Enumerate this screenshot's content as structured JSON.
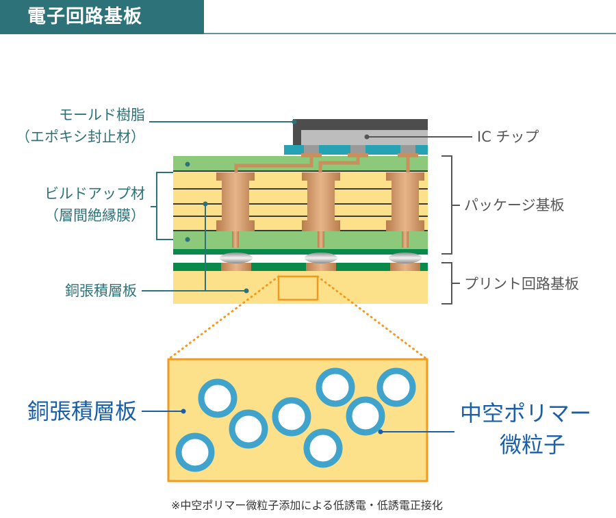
{
  "header": {
    "title": "電子回路基板"
  },
  "labels": {
    "mold_resin_line1": "モールド樹脂",
    "mold_resin_line2": "（エポキシ封止材）",
    "buildup_line1": "ビルドアップ材",
    "buildup_line2": "（層間絶縁膜）",
    "ccl": "銅張積層板",
    "ic_chip": "IC チップ",
    "package_substrate": "パッケージ基板",
    "pcb": "プリント回路基板",
    "ccl_large": "銅張積層板",
    "hollow_polymer_line1": "中空ポリマー",
    "hollow_polymer_line2": "微粒子"
  },
  "note": "※中空ポリマー微粒子添加による低誘電・低誘電正接化",
  "colors": {
    "header": "#2d7278",
    "label_teal": "#2d7278",
    "label_blue": "#1b5ea8",
    "copper": "#c98f5c",
    "green_layer": "#8cc97a",
    "pcb_green": "#0a8a4a",
    "yellow_layer": "#fde08a",
    "ic_dark": "#4d4d4d",
    "ic_light": "#bdbdbd",
    "bump_teal": "#26a2b5",
    "particle_ring": "#3fa3cc",
    "zoom_orange": "#f29a1f"
  }
}
